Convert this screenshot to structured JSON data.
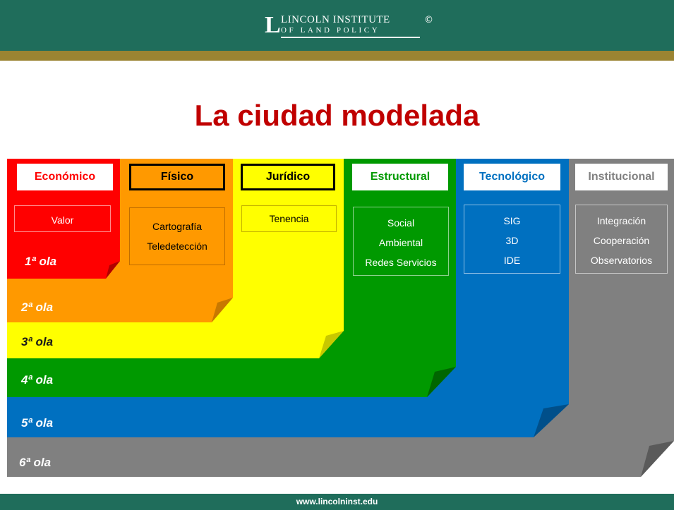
{
  "header": {
    "logo_l": "L",
    "logo_line1": "LINCOLN INSTITUTE",
    "logo_line2": "OF LAND POLICY",
    "copyright": "©"
  },
  "title": "La ciudad modelada",
  "categories": [
    {
      "label": "Económico",
      "color": "#ff0000",
      "text_color": "#ff0000"
    },
    {
      "label": "Físico",
      "color": "#ff9900",
      "text_color": "#000000"
    },
    {
      "label": "Jurídico",
      "color": "#ffff00",
      "text_color": "#000000"
    },
    {
      "label": "Estructural",
      "color": "#009900",
      "text_color": "#009900"
    },
    {
      "label": "Tecnológico",
      "color": "#0070c0",
      "text_color": "#0070c0"
    },
    {
      "label": "Institucional",
      "color": "#808080",
      "text_color": "#808080"
    }
  ],
  "contents": [
    {
      "lines": [
        "Valor"
      ]
    },
    {
      "lines": [
        "Cartografía",
        "Teledetección"
      ]
    },
    {
      "lines": [
        "Tenencia"
      ]
    },
    {
      "lines": [
        "Social",
        "Ambiental",
        "Redes Servicios"
      ]
    },
    {
      "lines": [
        "SIG",
        "3D",
        "IDE"
      ]
    },
    {
      "lines": [
        "Integración",
        "Cooperación",
        "Observatorios"
      ]
    }
  ],
  "waves": [
    "1ª ola",
    "2ª ola",
    "3ª ola",
    "4ª ola",
    "5ª ola",
    "6ª ola"
  ],
  "footer": {
    "url": "www.lincolninst.edu"
  }
}
